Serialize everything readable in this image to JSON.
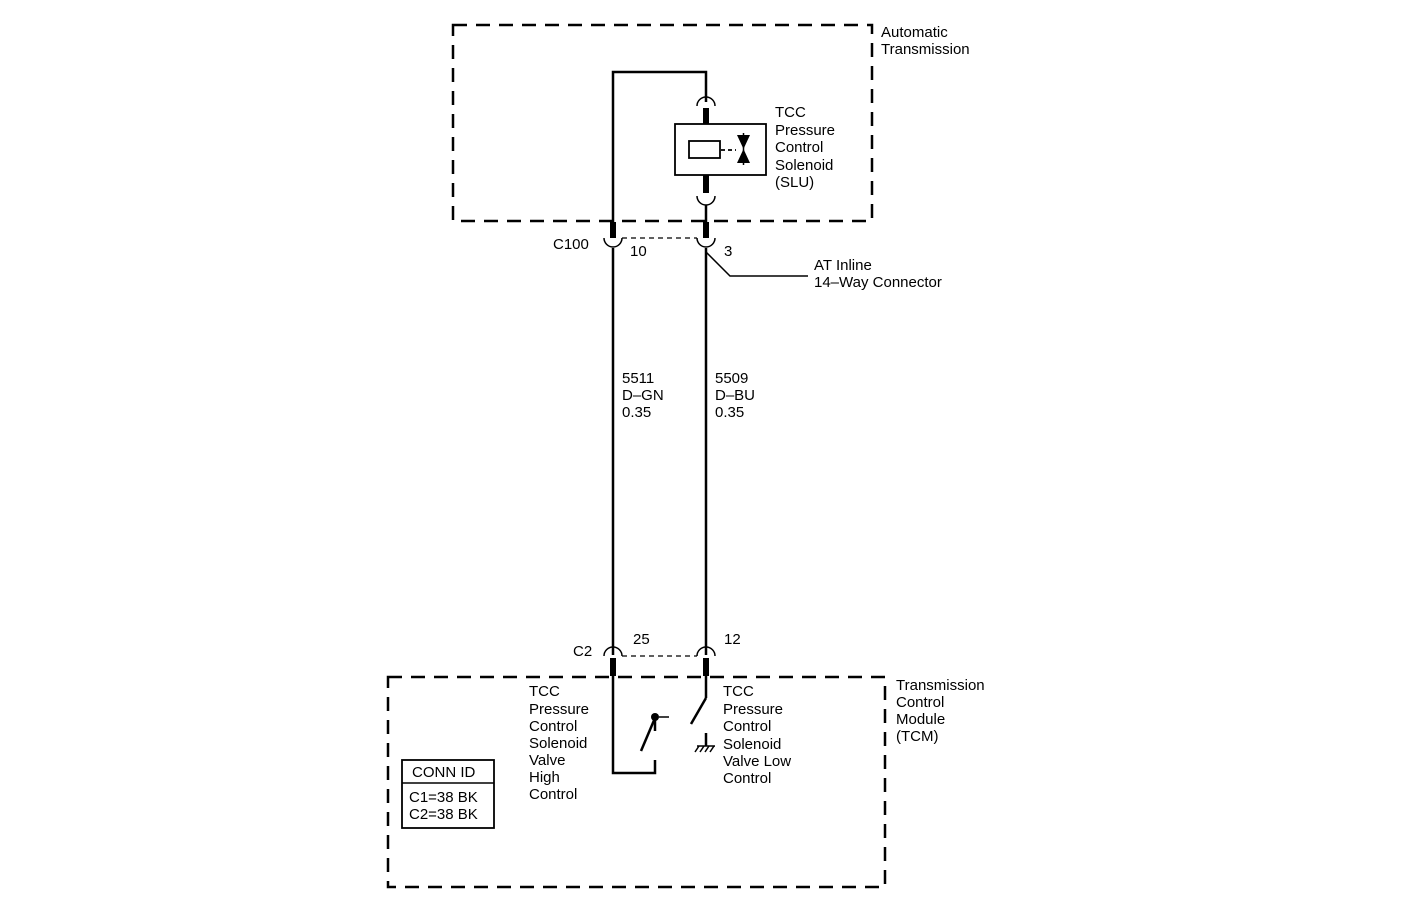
{
  "transmission_box": {
    "label_line1": "Automatic",
    "label_line2": "Transmission"
  },
  "solenoid": {
    "lines": [
      "TCC",
      "Pressure",
      "Control",
      "Solenoid",
      "(SLU)"
    ]
  },
  "inline_connector": {
    "id": "C100",
    "pin_left": "10",
    "pin_right": "3",
    "label_line1": "AT Inline",
    "label_line2": "14–Way Connector"
  },
  "wires": [
    {
      "circuit": "5511",
      "color": "D–GN",
      "gauge": "0.35"
    },
    {
      "circuit": "5509",
      "color": "D–BU",
      "gauge": "0.35"
    }
  ],
  "tcm_connector": {
    "id": "C2",
    "pin_left": "25",
    "pin_right": "12"
  },
  "tcm": {
    "lines": [
      "Transmission",
      "Control",
      "Module",
      "(TCM)"
    ]
  },
  "high_control": {
    "lines": [
      "TCC",
      "Pressure",
      "Control",
      "Solenoid",
      "Valve",
      "High",
      "Control"
    ]
  },
  "low_control": {
    "lines": [
      "TCC",
      "Pressure",
      "Control",
      "Solenoid",
      "Valve Low",
      "Control"
    ]
  },
  "conn_id_table": {
    "header": "CONN ID",
    "rows": [
      "C1=38 BK",
      "C2=38 BK"
    ]
  }
}
